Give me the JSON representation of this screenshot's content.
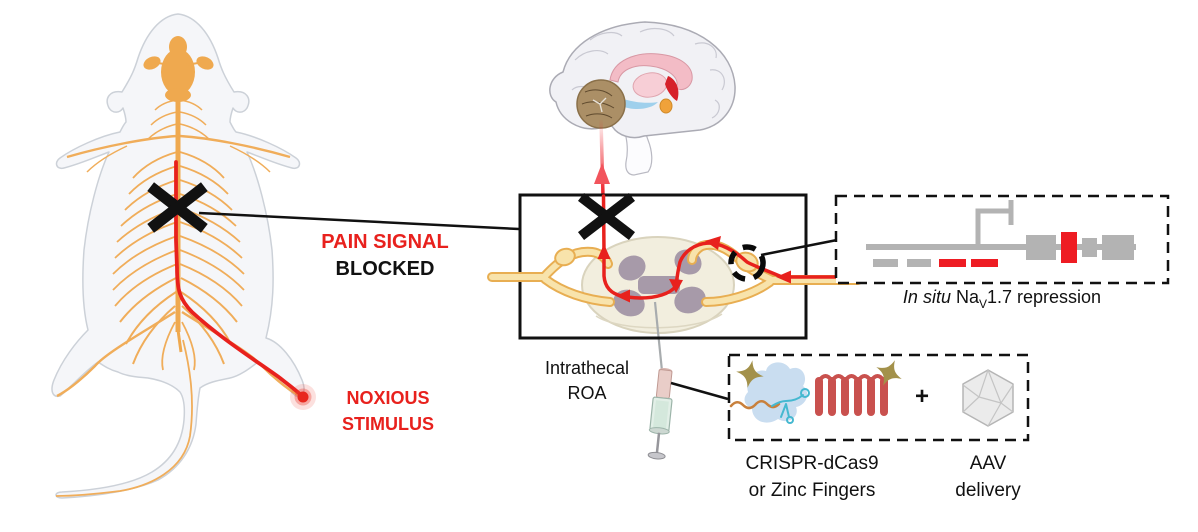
{
  "labels": {
    "pain_signal": "PAIN SIGNAL",
    "blocked": "BLOCKED",
    "noxious": {
      "line1": "NOXIOUS",
      "line2": "STIMULUS"
    },
    "intrathecal": {
      "line1": "Intrathecal",
      "line2": "ROA"
    },
    "in_situ": {
      "italic": "In situ",
      "pre": " Na",
      "sub": "V",
      "post": "1.7 repression"
    },
    "crispr": {
      "line1": "CRISPR-dCas9",
      "line2": "or Zinc Fingers"
    },
    "aav": {
      "line1": "AAV",
      "line2": "delivery"
    },
    "plus": "+"
  },
  "colors": {
    "accent_red": "#e8211d",
    "nerve_orange": "#f0ad5a",
    "nerve_fill_yellow": "#f8e3ab",
    "black": "#111111",
    "gene_gray": "#b3b3b3",
    "gene_red": "#ee1c23",
    "zinc_finger_red": "#c9514e",
    "dcas9_blue": "#c9ddf0",
    "star_olive": "#a3914a",
    "gray_matter_purple": "#a79aa9",
    "cord_cream": "#f2eede"
  },
  "icons": [
    "mouse-dorsal-icon",
    "brain-sagittal-icon",
    "spinal-cord-section-icon",
    "blocked-x-icon",
    "pain-pathway-arrow-icon",
    "noxious-stimulus-dot-icon",
    "dashed-circle-icon",
    "syringe-icon",
    "gene-repression-icon",
    "dcas9-icon",
    "zinc-finger-icon",
    "plus-icon",
    "aav-capsid-icon"
  ]
}
